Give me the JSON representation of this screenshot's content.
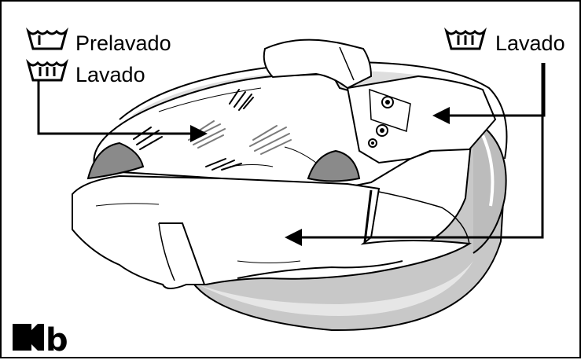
{
  "labels": {
    "prewash": "Prelavado",
    "wash_left": "Lavado",
    "wash_right": "Lavado"
  },
  "icons": {
    "prewash_symbol": "wash-tub-one-bar-icon",
    "wash_left_symbol": "wash-tub-two-bars-icon",
    "wash_right_symbol": "wash-tub-two-bars-icon",
    "logo": "brand-logo-icon"
  },
  "logo_text": "b",
  "colors": {
    "ink": "#000000",
    "bowl": "#c8c8c8",
    "bowl_light": "#e6e6e6",
    "paper": "#ffffff",
    "stain": "#7a7a7a"
  }
}
